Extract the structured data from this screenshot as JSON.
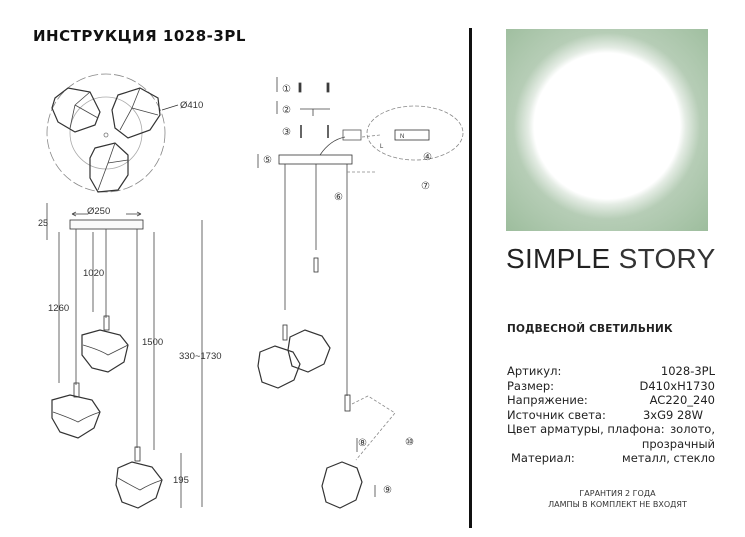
{
  "header": {
    "title": "ИНСТРУКЦИЯ 1028-3PL"
  },
  "brand": {
    "part1": "SIMPLE",
    "part2": "STORY",
    "accent_color": "#9dbd9d"
  },
  "product": {
    "type": "ПОДВЕСНОЙ СВЕТИЛЬНИК"
  },
  "specs": [
    {
      "label": "Артикул:",
      "value": "1028-3PL"
    },
    {
      "label": "Размер:",
      "value": "D410xH1730"
    },
    {
      "label": "Напряжение:",
      "value": "AC220_240"
    },
    {
      "label": "Источник света:",
      "value": "3xG9 28W"
    },
    {
      "label": "Цвет арматуры, плафона:",
      "value": "золото,"
    },
    {
      "label": "",
      "value": "прозрачный"
    },
    {
      "label": "Материал:",
      "value": "металл, стекло"
    }
  ],
  "footer": {
    "line1": "ГАРАНТИЯ 2 ГОДА",
    "line2": "ЛАМПЫ В КОМПЛЕКТ НЕ ВХОДЯТ"
  },
  "drawing": {
    "top_view": {
      "diameter_label": "Ø410"
    },
    "side_view": {
      "canopy_diameter": "Ø250",
      "canopy_height": "25",
      "dims": [
        "1020",
        "1260",
        "1500",
        "330~1730",
        "195"
      ]
    },
    "steps": [
      "①",
      "②",
      "③",
      "④",
      "⑤",
      "⑥",
      "⑦",
      "⑧",
      "⑨",
      "⑩"
    ],
    "wiring_labels": {
      "n": "N",
      "l": "L"
    }
  }
}
